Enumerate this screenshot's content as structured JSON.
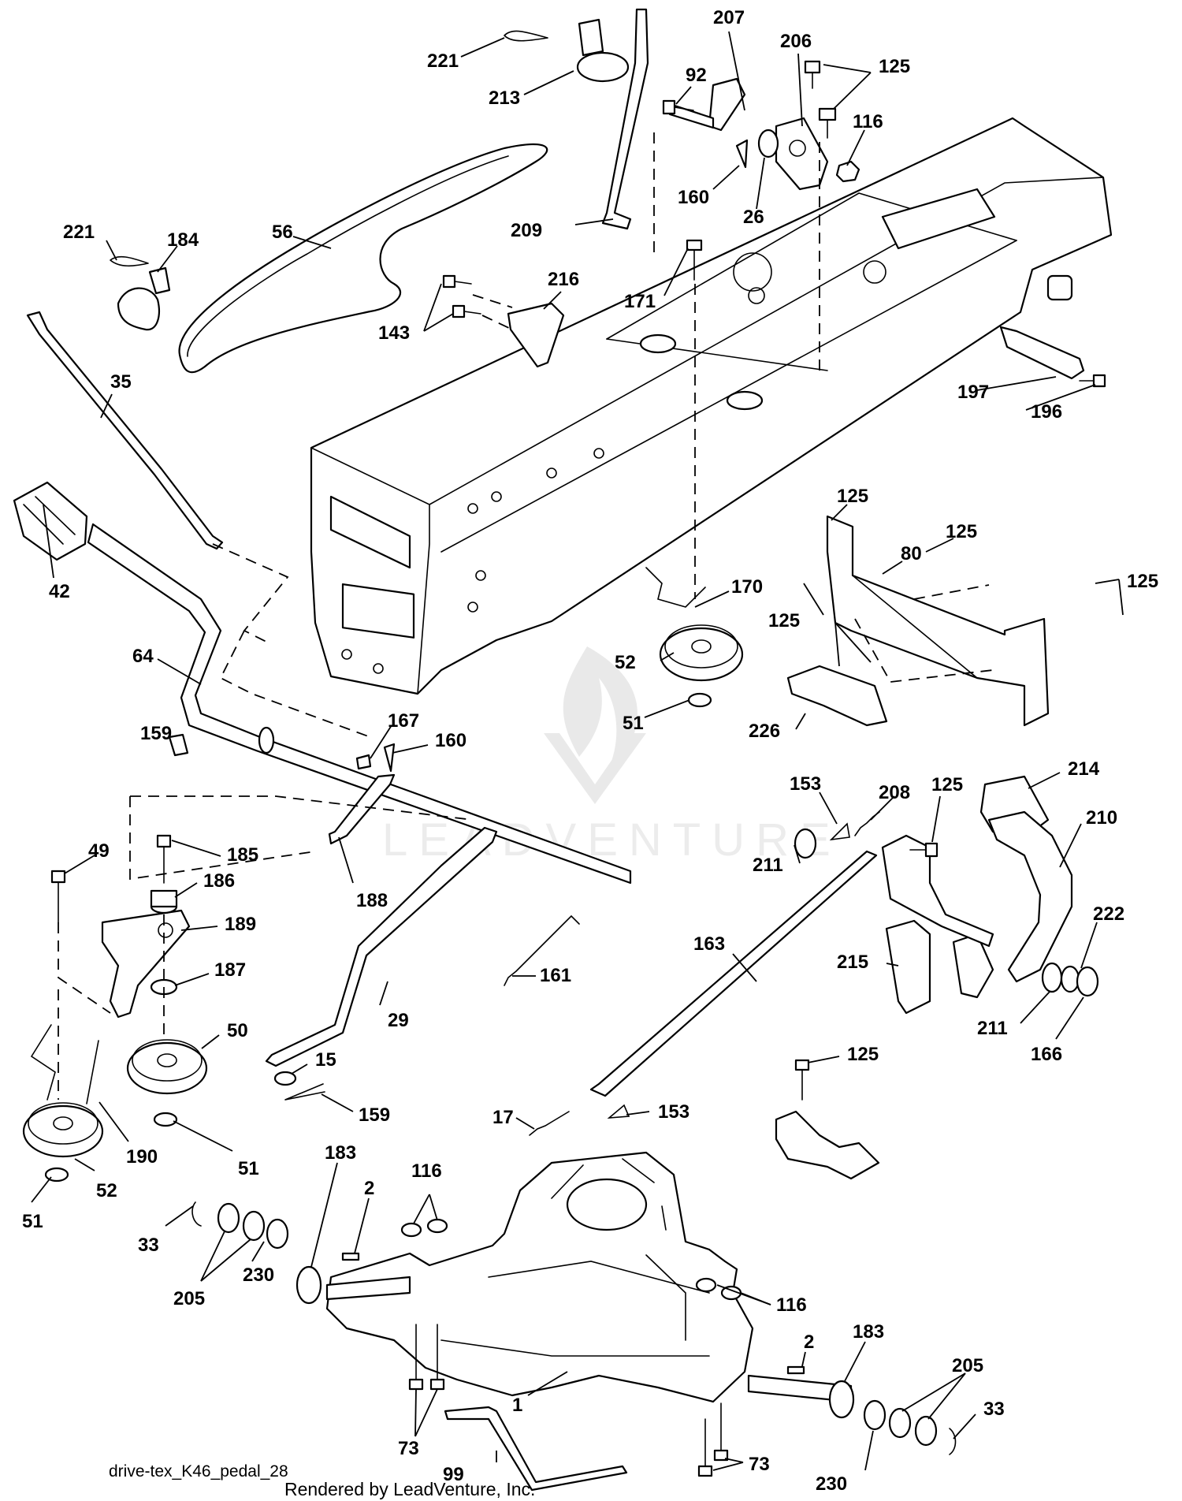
{
  "diagram": {
    "name": "drive-tex_K46_pedal_28",
    "credit": "Rendered by LeadVenture, Inc.",
    "watermark": "LEADVENTURE",
    "callouts": [
      "221",
      "213",
      "207",
      "92",
      "206",
      "125",
      "116",
      "160",
      "26",
      "56",
      "209",
      "221",
      "184",
      "171",
      "216",
      "143",
      "35",
      "197",
      "196",
      "42",
      "125",
      "80",
      "125",
      "125",
      "170",
      "64",
      "52",
      "125",
      "51",
      "167",
      "160",
      "159",
      "226",
      "153",
      "208",
      "125",
      "214",
      "49",
      "185",
      "186",
      "211",
      "210",
      "188",
      "189",
      "222",
      "161",
      "163",
      "187",
      "215",
      "50",
      "29",
      "211",
      "166",
      "15",
      "125",
      "159",
      "153",
      "17",
      "190",
      "51",
      "183",
      "116",
      "2",
      "52",
      "51",
      "33",
      "230",
      "205",
      "116",
      "183",
      "2",
      "205",
      "1",
      "73",
      "33",
      "73",
      "99",
      "230"
    ]
  }
}
